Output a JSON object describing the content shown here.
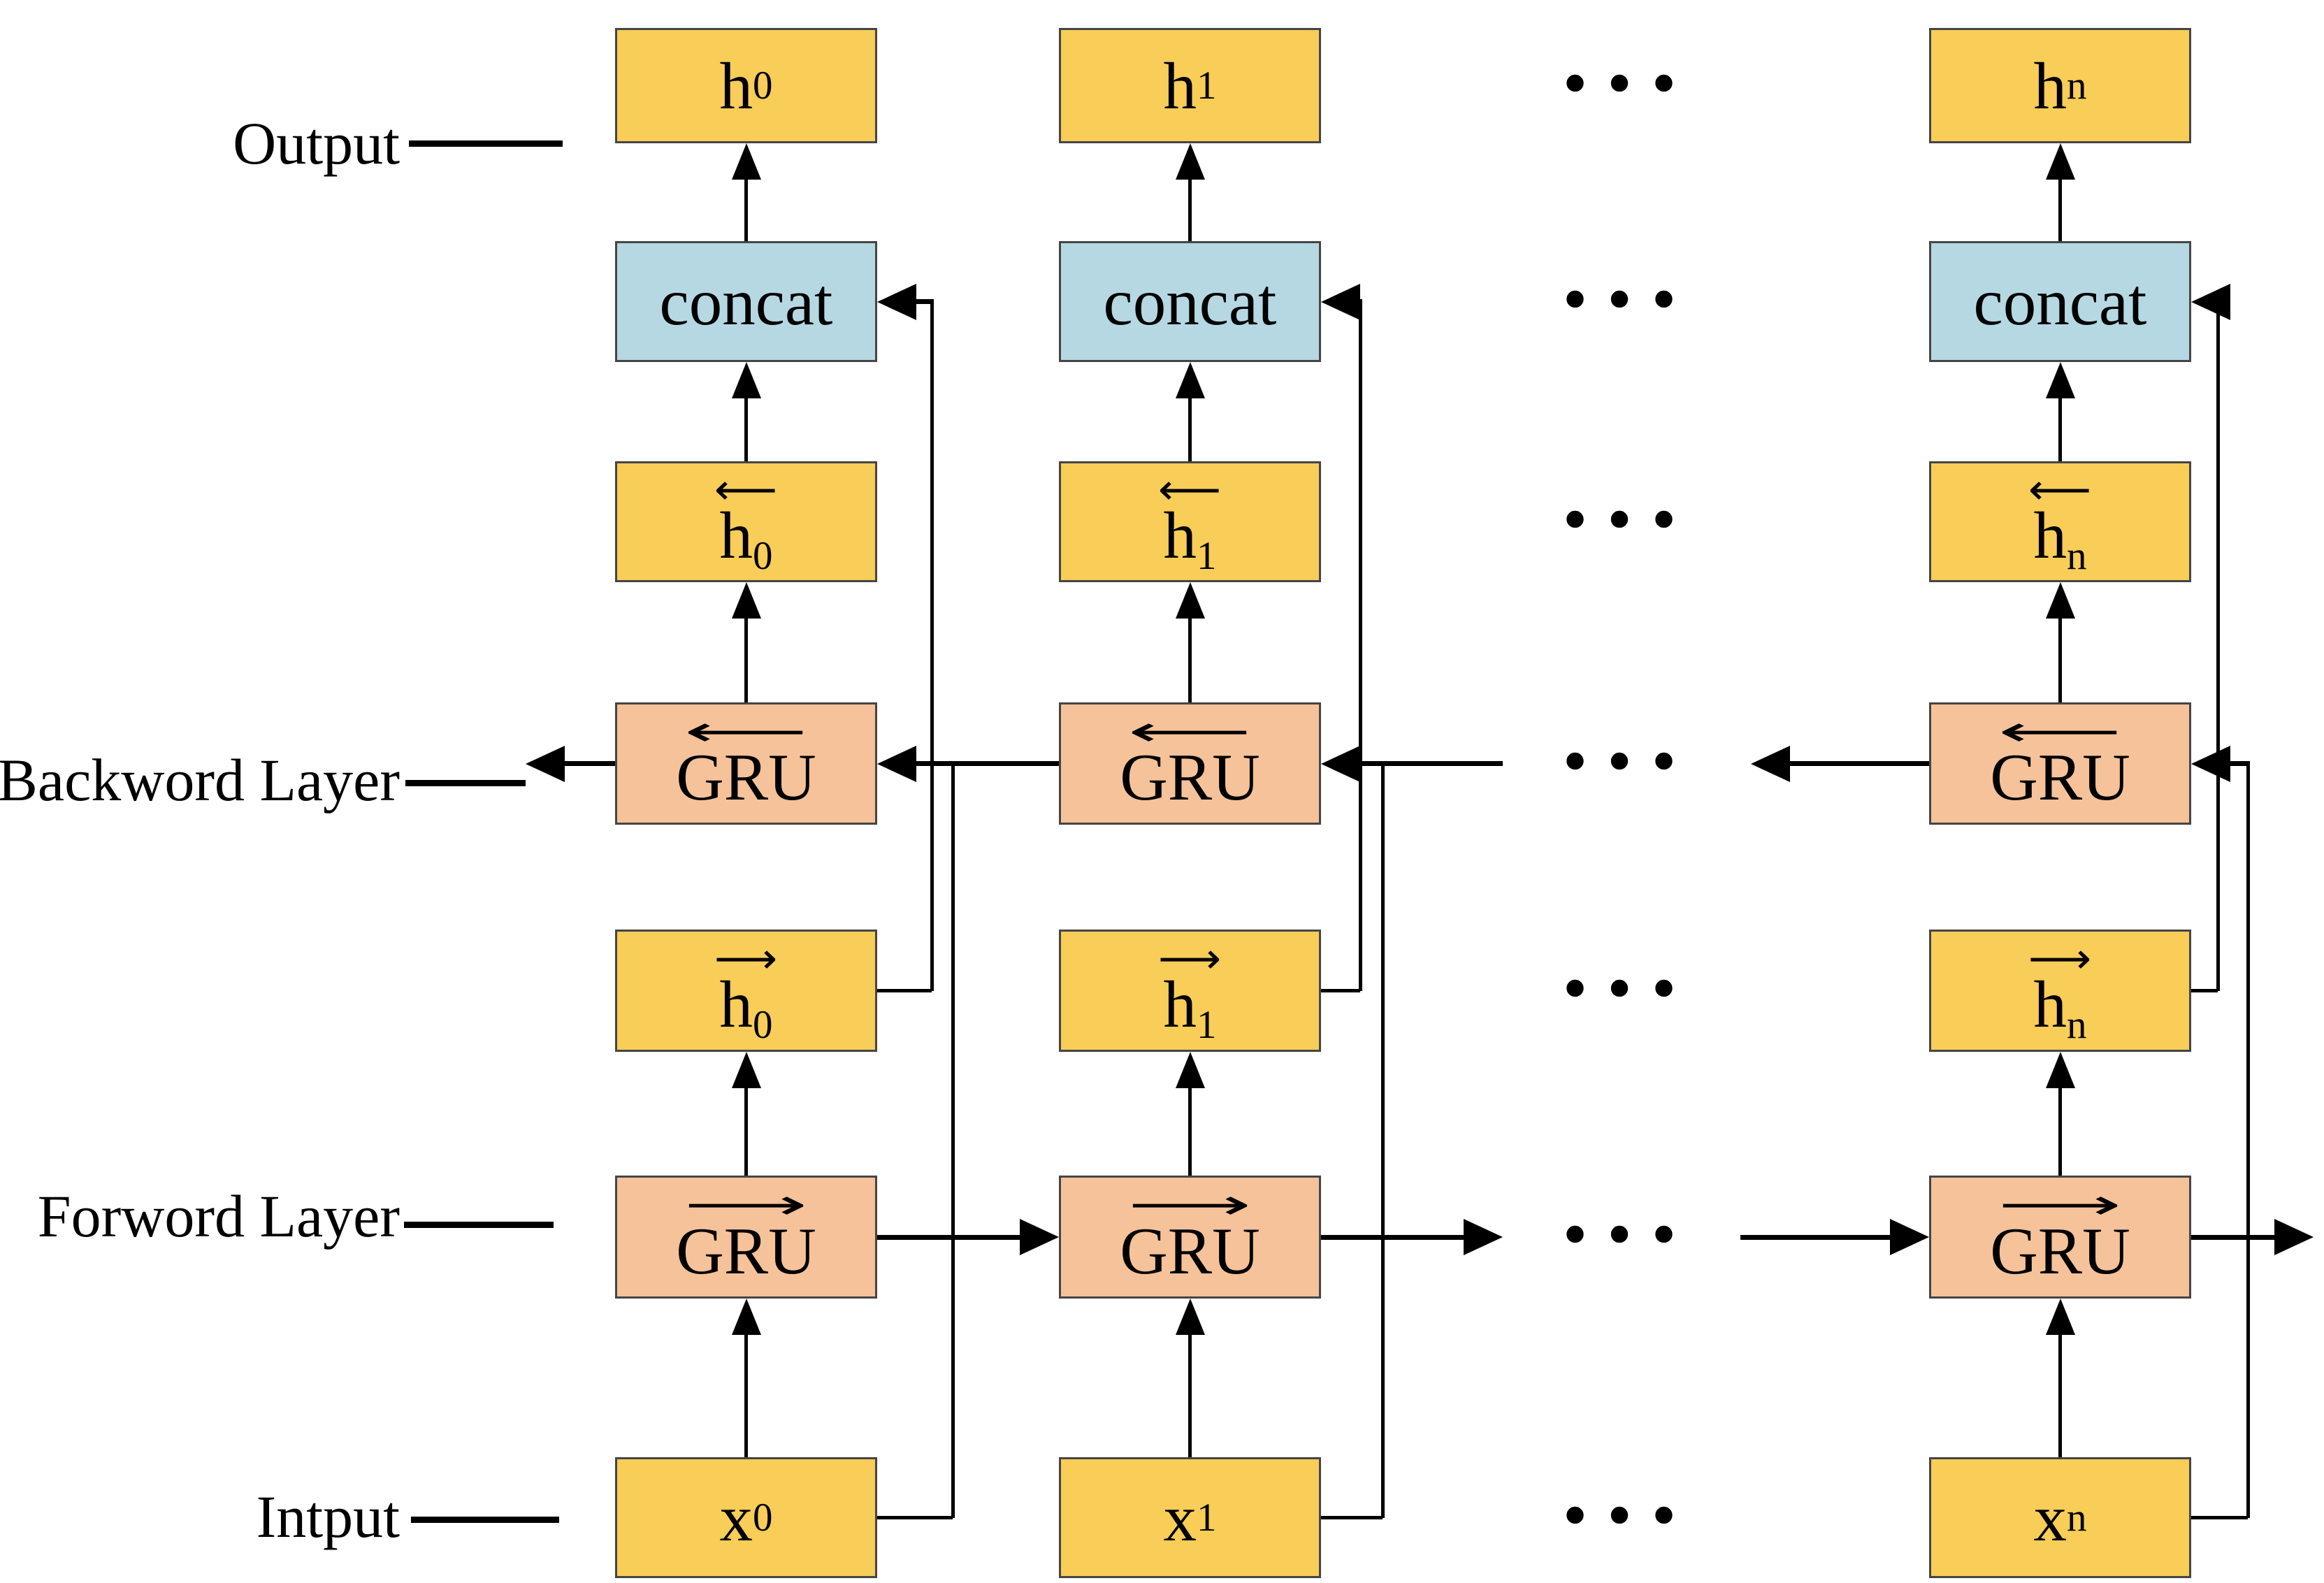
{
  "labels": {
    "output": "Output",
    "backward_layer": "Backword Layer",
    "forward_layer": "Forword Layer",
    "input": "Intput"
  },
  "boxes": {
    "concat": "concat",
    "gru": "GRU",
    "hidden": "h",
    "input_var": "x"
  },
  "subscripts": [
    "0",
    "1",
    "n"
  ],
  "ellipsis": "...",
  "icons": {
    "forward_arrow": "⟶",
    "backward_arrow": "⟵"
  },
  "colors": {
    "hidden_box_fill": "#f8cd58",
    "gru_box_fill": "#f5c29a",
    "concat_box_fill": "#b6d8e3",
    "box_border": "#454545",
    "connector": "#000000",
    "background": "#ffffff"
  }
}
